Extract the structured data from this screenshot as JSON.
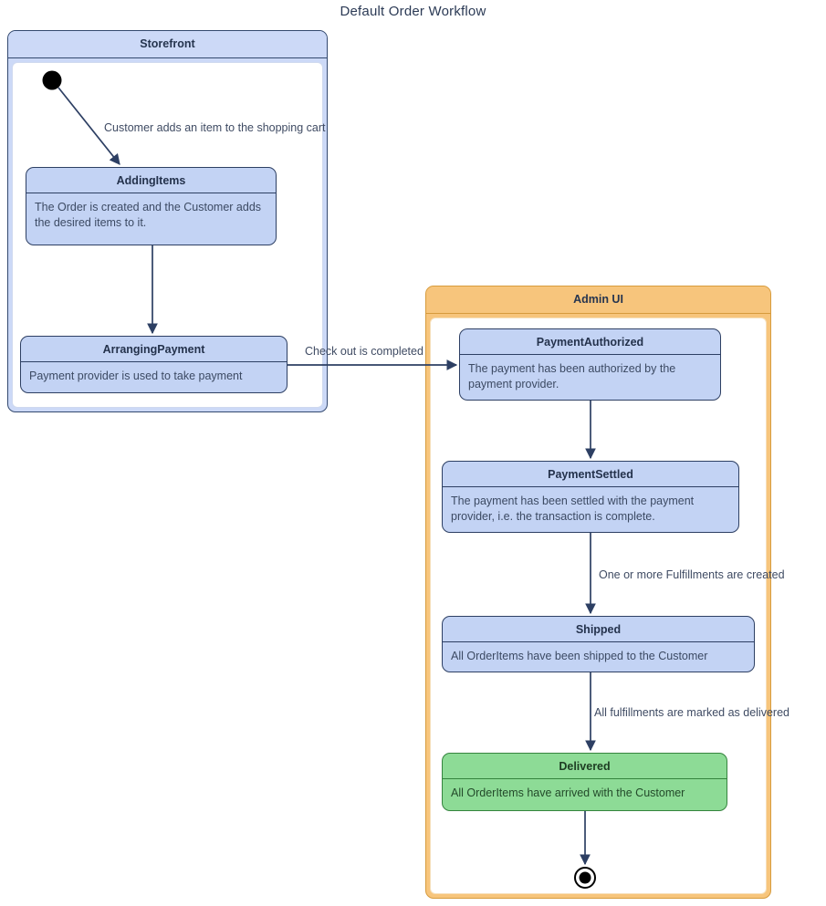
{
  "diagram": {
    "title": "Default Order Workflow",
    "type": "uml-state-machine"
  },
  "containers": [
    {
      "id": "storefront",
      "label": "Storefront",
      "header_color": "#CCD9F7",
      "border_color": "#33496F"
    },
    {
      "id": "admin-ui",
      "label": "Admin UI",
      "header_color": "#F7C57C",
      "border_color": "#D79B3C"
    }
  ],
  "states": {
    "adding_items": {
      "name": "AddingItems",
      "description": "The Order is created and the Customer adds the desired items to it.",
      "color": "#C3D3F4"
    },
    "arranging_payment": {
      "name": "ArrangingPayment",
      "description": "Payment provider is used to take payment",
      "color": "#C3D3F4"
    },
    "payment_authorized": {
      "name": "PaymentAuthorized",
      "description": "The payment has been authorized by the payment provider.",
      "color": "#C3D3F4"
    },
    "payment_settled": {
      "name": "PaymentSettled",
      "description": "The payment has been settled with the payment provider, i.e. the transaction is complete.",
      "color": "#C3D3F4"
    },
    "shipped": {
      "name": "Shipped",
      "description": "All OrderItems have been shipped to the Customer",
      "color": "#C3D3F4"
    },
    "delivered": {
      "name": "Delivered",
      "description": "All OrderItems have arrived with the Customer",
      "color": "#8DDB96"
    }
  },
  "transitions": {
    "to_adding_items": "Customer adds an item to the shopping cart",
    "to_payment_authorized": "Check out is completed",
    "to_shipped": "One or more Fulfillments are created",
    "to_delivered": "All fulfillments are marked as delivered",
    "adding_to_arranging": "",
    "auth_to_settled": "",
    "delivered_to_final": ""
  },
  "markers": {
    "initial_state": "initial-state-dot",
    "final_state": "final-state-circle"
  },
  "colors": {
    "edge": "#33496F",
    "text": "#3F4B63",
    "state_fill": "#C3D3F4",
    "state_border": "#2D3F63",
    "success_fill": "#8DDB96",
    "success_border": "#35843E"
  }
}
